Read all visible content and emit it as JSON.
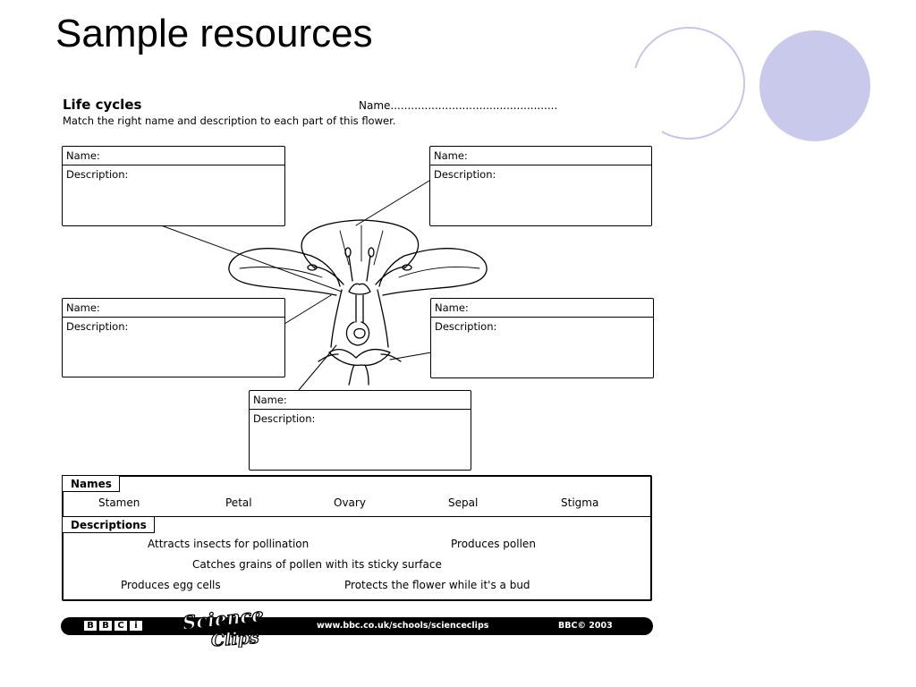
{
  "slide": {
    "title": "Sample resources"
  },
  "worksheet": {
    "title": "Life cycles",
    "name_line": "Name.................................................",
    "instruction": "Match the right name and description to each part of this flower.",
    "label_name": "Name:",
    "label_description": "Description:"
  },
  "names_section": {
    "heading": "Names",
    "items": [
      "Stamen",
      "Petal",
      "Ovary",
      "Sepal",
      "Stigma"
    ]
  },
  "descriptions_section": {
    "heading": "Descriptions",
    "items": [
      "Attracts insects for pollination",
      "Produces pollen",
      "Catches grains of pollen with its sticky surface",
      "Produces egg cells",
      "Protects the flower while it's a bud"
    ]
  },
  "footer": {
    "bbc_letters": [
      "B",
      "B",
      "C",
      "i"
    ],
    "logo_line1": "Science",
    "logo_line2": "Clips",
    "url": "www.bbc.co.uk/schools/scienceclips",
    "copyright": "BBC© 2003"
  },
  "colors": {
    "circle_fill": "#c9c9ec",
    "circle_outline": "#c6c6e8",
    "text": "#000000",
    "footer_bg": "#000000"
  }
}
